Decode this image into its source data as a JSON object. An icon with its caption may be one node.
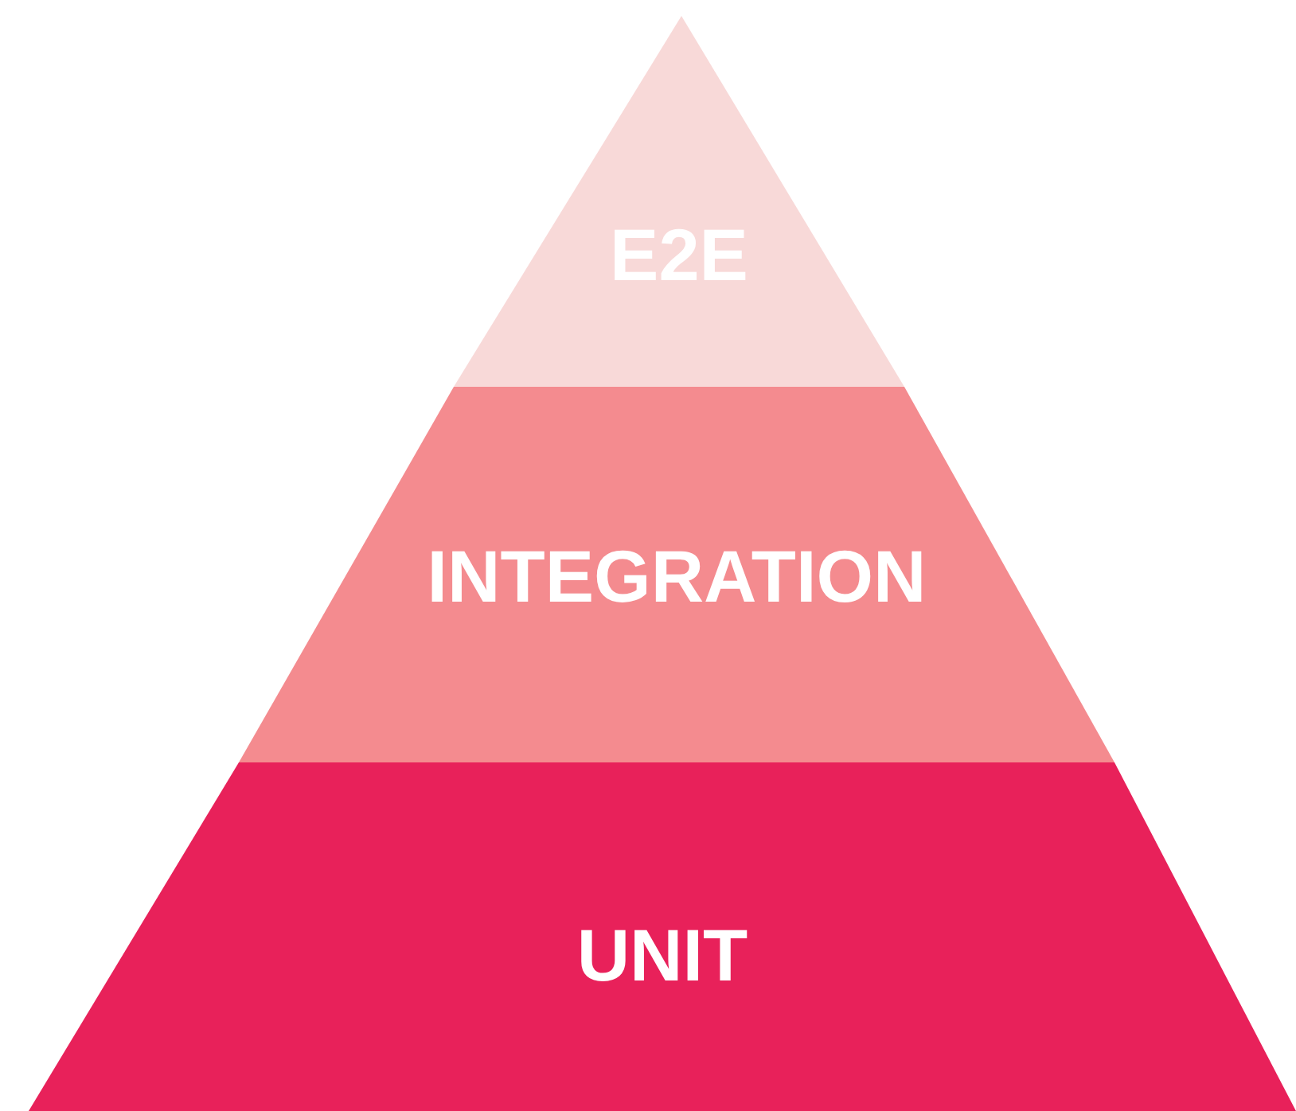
{
  "diagram": {
    "nodes": [
      {
        "text": [
          "E2E"
        ]
      },
      {
        "text": [
          "INTEGRATION"
        ]
      },
      {
        "text": [
          "UNIT"
        ]
      }
    ]
  }
}
